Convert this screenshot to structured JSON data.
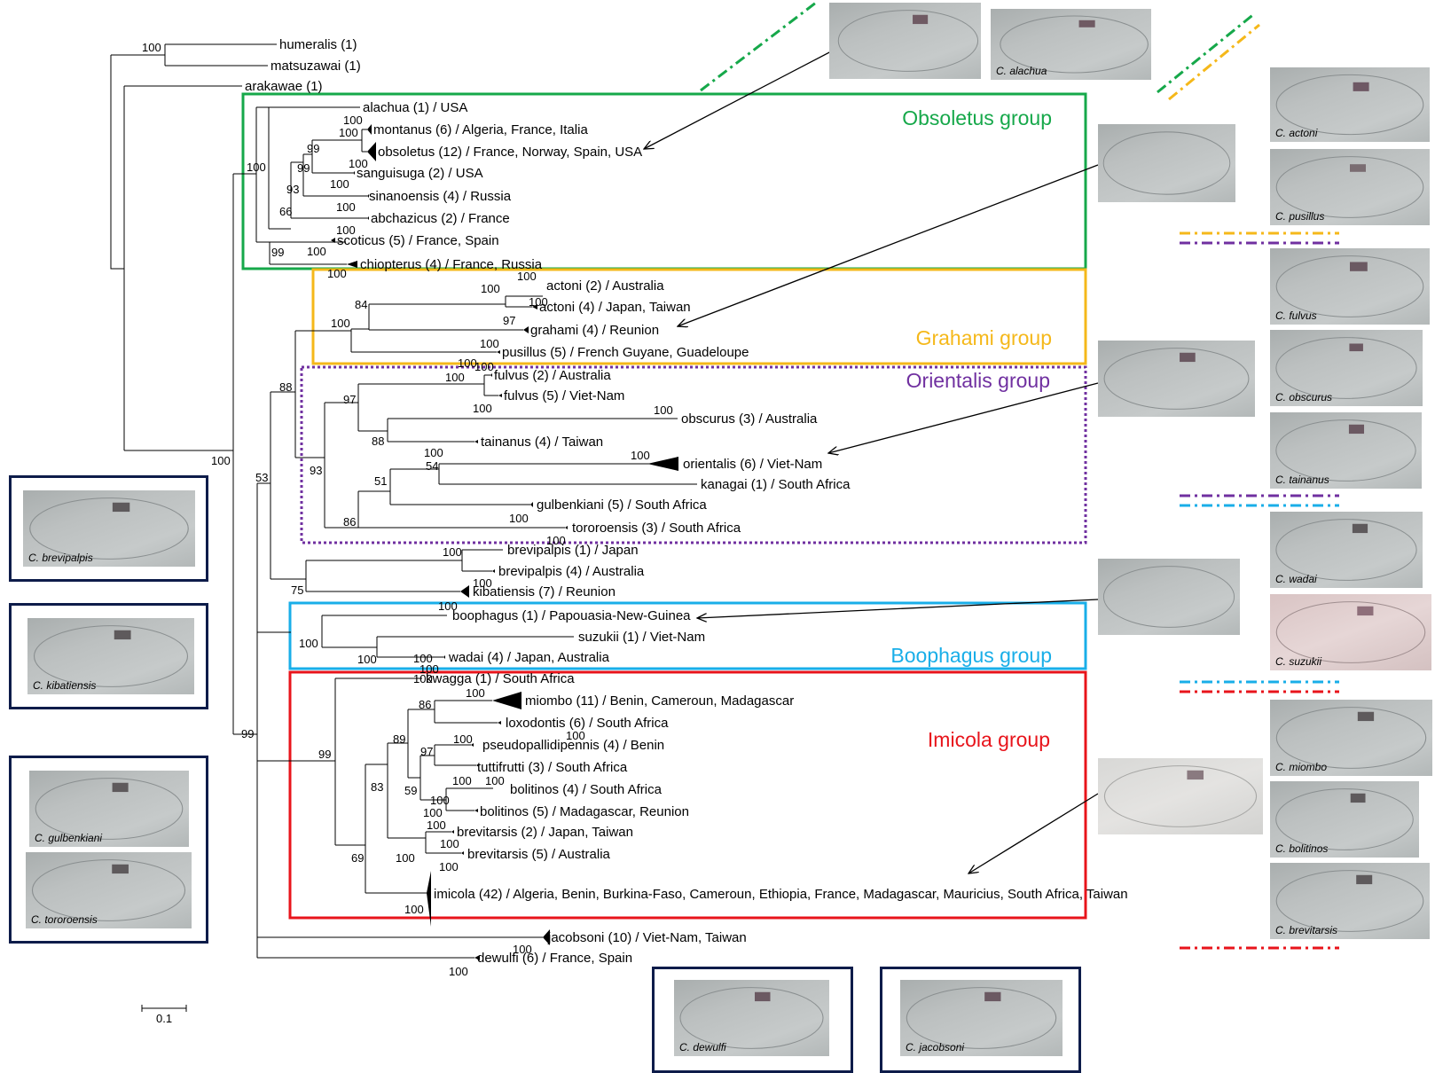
{
  "groups": {
    "obsoletus": {
      "label": "Obsoletus group",
      "color": "#16a84a"
    },
    "grahami": {
      "label": "Grahami group",
      "color": "#f5b81a"
    },
    "orientalis": {
      "label": "Orientalis group",
      "color": "#7030a0"
    },
    "boophagus": {
      "label": "Boophagus group",
      "color": "#19aee8"
    },
    "imicola": {
      "label": "Imicola group",
      "color": "#e8141b"
    }
  },
  "tips": {
    "humeralis": "humeralis (1)",
    "matsuzawai": "matsuzawai (1)",
    "arakawae": "arakawae (1)",
    "alachua": "alachua (1) / USA",
    "montanus": "montanus (6) / Algeria, France, Italia",
    "obsoletus": "obsoletus (12) / France, Norway, Spain, USA",
    "sanguisuga": "sanguisuga (2) / USA",
    "sinanoensis": "sinanoensis (4) / Russia",
    "abchazicus": "abchazicus (2) / France",
    "scoticus": "scoticus (5) / France, Spain",
    "chiopterus": "chiopterus (4) / France, Russia",
    "actoni_au": "actoni (2) / Australia",
    "actoni_jp": "actoni (4) / Japan, Taiwan",
    "grahami": "grahami (4) / Reunion",
    "pusillus": "pusillus (5) / French Guyane, Guadeloupe",
    "fulvus_au": "fulvus (2) / Australia",
    "fulvus_vn": "fulvus (5) / Viet-Nam",
    "obscurus": "obscurus (3) / Australia",
    "tainanus": "tainanus (4) / Taiwan",
    "orientalis": "orientalis (6) / Viet-Nam",
    "kanagai": "kanagai (1) / South Africa",
    "gulbenkiani": "gulbenkiani (5) / South Africa",
    "tororoensis": "tororoensis (3) / South Africa",
    "brevipalpis_jp": "brevipalpis (1) / Japan",
    "brevipalpis_au": "brevipalpis (4) / Australia",
    "kibatiensis": "kibatiensis (7) / Reunion",
    "boophagus": "boophagus (1) / Papouasia-New-Guinea",
    "suzukii": "suzukii (1) / Viet-Nam",
    "wadai": "wadai (4) / Japan, Australia",
    "kwagga": "kwagga (1) / South Africa",
    "miombo": "miombo (11) / Benin, Cameroun, Madagascar",
    "loxodontis": "loxodontis (6) / South Africa",
    "pseudopallidipennis": "pseudopallidipennis (4) / Benin",
    "tuttifrutti": "tuttifrutti (3) / South Africa",
    "bolitinos_sa": "bolitinos (4) / South Africa",
    "bolitinos_md": "bolitinos (5) / Madagascar, Reunion",
    "brevitarsis_jp": "brevitarsis (2) / Japan, Taiwan",
    "brevitarsis_au": "brevitarsis (5) / Australia",
    "imicola": "imicola (42) / Algeria, Benin, Burkina-Faso, Cameroun, Ethiopia, France, Madagascar, Mauricius, South Africa, Taiwan",
    "jacobsoni": "jacobsoni (10) / Viet-Nam, Taiwan",
    "dewulfi": "dewulfi (6) / France, Spain"
  },
  "bootstrap": [
    "100",
    "100",
    "100",
    "100",
    "100",
    "99",
    "99",
    "93",
    "66",
    "99",
    "100",
    "100",
    "100",
    "100",
    "100",
    "100",
    "100",
    "100",
    "84",
    "100",
    "100",
    "97",
    "100",
    "100",
    "100",
    "100",
    "100",
    "97",
    "88",
    "100",
    "100",
    "54",
    "51",
    "93",
    "86",
    "100",
    "100",
    "88",
    "100",
    "100",
    "100",
    "75",
    "53",
    "100",
    "100",
    "100",
    "100",
    "100",
    "100",
    "86",
    "100",
    "100",
    "89",
    "97",
    "100",
    "59",
    "83",
    "100",
    "100",
    "100",
    "100",
    "100",
    "100",
    "100",
    "69",
    "100",
    "99",
    "100",
    "99",
    "100",
    "100"
  ],
  "scale": {
    "label": "0.1"
  },
  "wings": {
    "alachua_a": "",
    "alachua": "C. alachua",
    "actoni": "C. actoni",
    "pusillus": "C. pusillus",
    "fulvus": "C. fulvus",
    "obscurus": "C. obscurus",
    "tainanus": "C. tainanus",
    "wadai": "C. wadai",
    "suzukii": "C. suzukii",
    "miombo": "C. miombo",
    "bolitinos": "C. bolitinos",
    "brevitarsis": "C. brevitarsis",
    "brevipalpis": "C. brevipalpis",
    "kibatiensis": "C. kibatiensis",
    "gulbenkiani": "C. gulbenkiani",
    "tororoensis": "C. tororoensis",
    "dewulfi": "C. dewulfi",
    "jacobsoni": "C. jacobsoni"
  }
}
